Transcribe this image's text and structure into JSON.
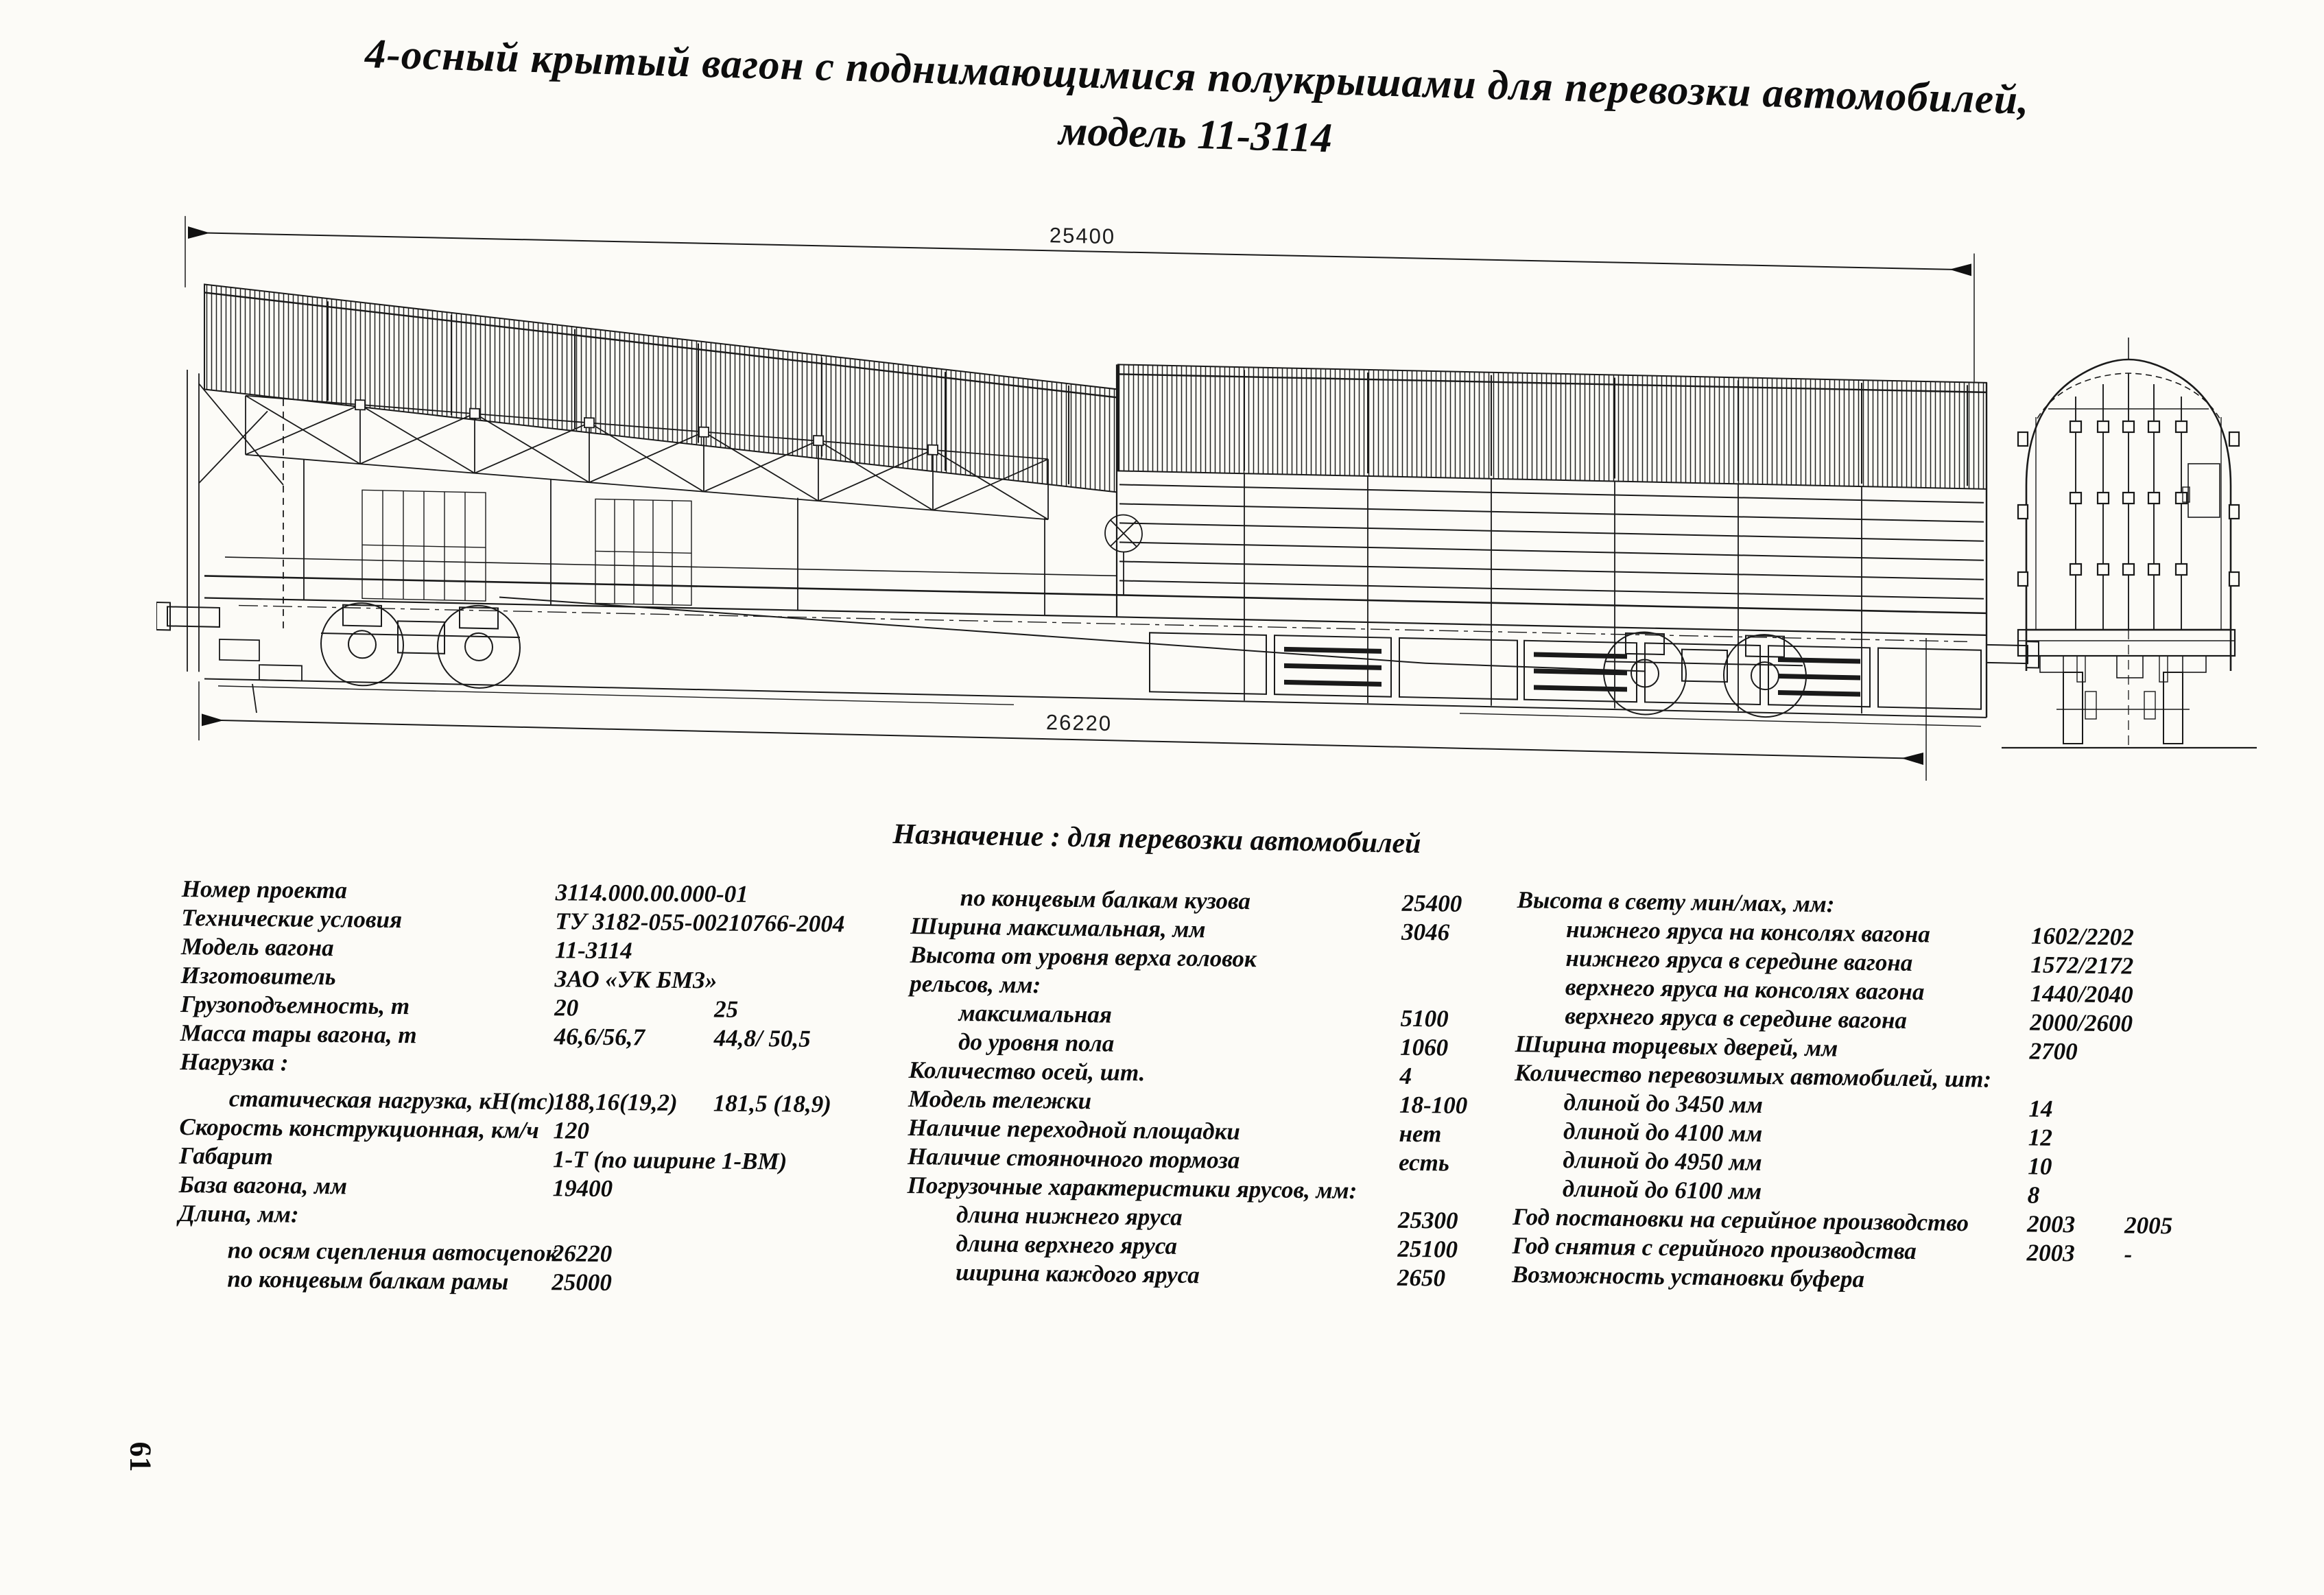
{
  "page": {
    "page_number": "61",
    "title_line1": "4-осный крытый вагон с поднимающимися полукрышами для перевозки автомобилей,",
    "title_line2": "модель 11-3114",
    "purpose_heading": "Назначение : для перевозки автомобилей"
  },
  "colors": {
    "ink": "#1a1a1a",
    "paper": "#fcfbf7"
  },
  "drawing": {
    "description": "side view and end view of covered car-transporter wagon",
    "dim_top": "25400",
    "dim_bottom": "26220"
  },
  "specs": {
    "left": [
      {
        "label": "Номер проекта",
        "v1": "3114.000.00.000-01"
      },
      {
        "label": "Технические условия",
        "v1": "ТУ 3182-055-00210766-2004"
      },
      {
        "label": "Модель вагона",
        "v1": "11-3114"
      },
      {
        "label": "Изготовитель",
        "v1": "ЗАО «УК БМЗ»"
      },
      {
        "label": "Грузоподъемность, т",
        "v1": "20",
        "v2": "25"
      },
      {
        "label": "Масса тары вагона, т",
        "v1": "46,6/56,7",
        "v2": "44,8/ 50,5"
      },
      {
        "label": "Нагрузка :"
      },
      {
        "label": "статическая нагрузка, кН(тс)",
        "v1": "188,16(19,2)",
        "v2": "181,5 (18,9)",
        "indent": true,
        "gap": true
      },
      {
        "label": "Скорость конструкционная, км/ч",
        "v1": "120"
      },
      {
        "label": "Габарит",
        "v1": "1-Т (по ширине 1-ВМ)"
      },
      {
        "label": "База вагона, мм",
        "v1": "19400"
      },
      {
        "label": "Длина, мм:"
      },
      {
        "label": "по осям сцепления автосцепок",
        "v1": "26220",
        "indent": true,
        "gap": true
      },
      {
        "label": "по концевым балкам рамы",
        "v1": "25000",
        "indent": true
      }
    ],
    "middle": [
      {
        "label": "по концевым балкам кузова",
        "v1": "25400",
        "indent": true
      },
      {
        "label": "Ширина максимальная, мм",
        "v1": "3046"
      },
      {
        "label": "Высота от уровня верха головок"
      },
      {
        "label": "рельсов, мм:"
      },
      {
        "label": "максимальная",
        "v1": "5100",
        "indent": true
      },
      {
        "label": "до уровня пола",
        "v1": "1060",
        "indent": true
      },
      {
        "label": "Количество осей, шт.",
        "v1": "4"
      },
      {
        "label": "Модель тележки",
        "v1": "18-100"
      },
      {
        "label": "Наличие переходной площадки",
        "v1": "нет"
      },
      {
        "label": "Наличие стояночного тормоза",
        "v1": "есть"
      },
      {
        "label": "Погрузочные характеристики ярусов, мм:"
      },
      {
        "label": "длина нижнего яруса",
        "v1": "25300",
        "indent": true
      },
      {
        "label": "длина верхнего яруса",
        "v1": "25100",
        "indent": true
      },
      {
        "label": "ширина каждого яруса",
        "v1": "2650",
        "indent": true
      }
    ],
    "right": [
      {
        "label": "Высота в свету мин/мах, мм:"
      },
      {
        "label": "нижнего яруса на консолях вагона",
        "v1": "1602/2202",
        "indent": true
      },
      {
        "label": "нижнего яруса в середине вагона",
        "v1": "1572/2172",
        "indent": true
      },
      {
        "label": "верхнего яруса на консолях вагона",
        "v1": "1440/2040",
        "indent": true
      },
      {
        "label": "верхнего яруса в середине вагона",
        "v1": "2000/2600",
        "indent": true
      },
      {
        "label": "Ширина торцевых дверей, мм",
        "v1": "2700"
      },
      {
        "label": "Количество перевозимых автомобилей, шт:"
      },
      {
        "label": "длиной до 3450 мм",
        "v1": "14",
        "indent": true
      },
      {
        "label": "длиной до 4100 мм",
        "v1": "12",
        "indent": true
      },
      {
        "label": "длиной до 4950 мм",
        "v1": "10",
        "indent": true
      },
      {
        "label": "длиной до 6100 мм",
        "v1": "8",
        "indent": true
      },
      {
        "label": "Год постановки на серийное производство",
        "v1": "2003",
        "v2": "2005"
      },
      {
        "label": "Год снятия с серийного производства",
        "v1": "2003",
        "v2": "-"
      },
      {
        "label": "Возможность установки буфера"
      }
    ]
  }
}
